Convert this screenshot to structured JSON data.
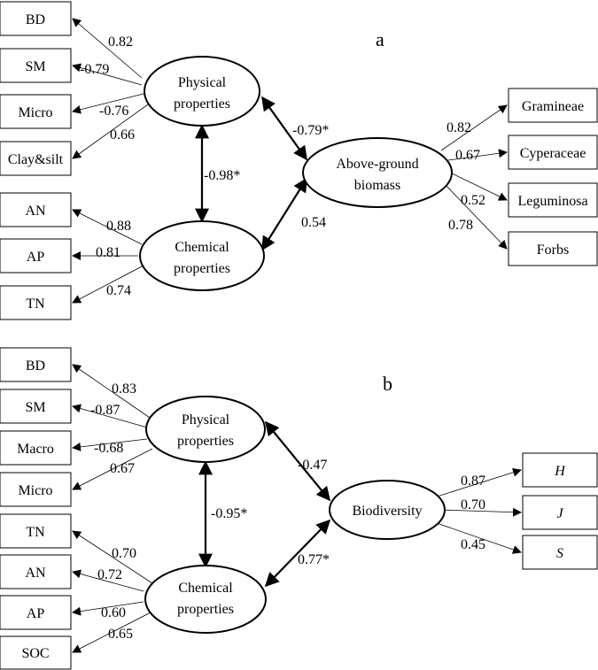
{
  "panel_a": {
    "letter": "a",
    "indicators": [
      "BD",
      "SM",
      "Micro",
      "Clay&silt",
      "AN",
      "AP",
      "TN"
    ],
    "physical": [
      "Physical",
      "properties"
    ],
    "chemical": [
      "Chemical",
      "properties"
    ],
    "target": [
      "Above-ground",
      "biomass"
    ],
    "outputs": [
      "Gramineae",
      "Cyperaceae",
      "Leguminosa",
      "Forbs"
    ],
    "phys_loadings": [
      "0.82",
      "-0.79",
      "-0.76",
      "0.66"
    ],
    "chem_loadings": [
      "0.88",
      "0.81",
      "0.74"
    ],
    "out_loadings": [
      "0.82",
      "0.67",
      "0.52",
      "0.78"
    ],
    "corr_phys_chem": "-0.98*",
    "phys_target": "-0.79*",
    "chem_target": "0.54"
  },
  "panel_b": {
    "letter": "b",
    "indicators": [
      "BD",
      "SM",
      "Macro",
      "Micro",
      "TN",
      "AN",
      "AP",
      "SOC"
    ],
    "physical": [
      "Physical",
      "properties"
    ],
    "chemical": [
      "Chemical",
      "properties"
    ],
    "target": [
      "Biodiversity"
    ],
    "outputs": [
      "H",
      "J",
      "S"
    ],
    "phys_loadings": [
      "0.83",
      "-0.87",
      "-0.68",
      "0.67"
    ],
    "chem_loadings": [
      "0.70",
      "0.72",
      "0.60",
      "0.65"
    ],
    "out_loadings": [
      "0.87",
      "0.70",
      "0.45"
    ],
    "corr_phys_chem": "-0.95*",
    "phys_target": "-0.47",
    "chem_target": "0.77*"
  }
}
